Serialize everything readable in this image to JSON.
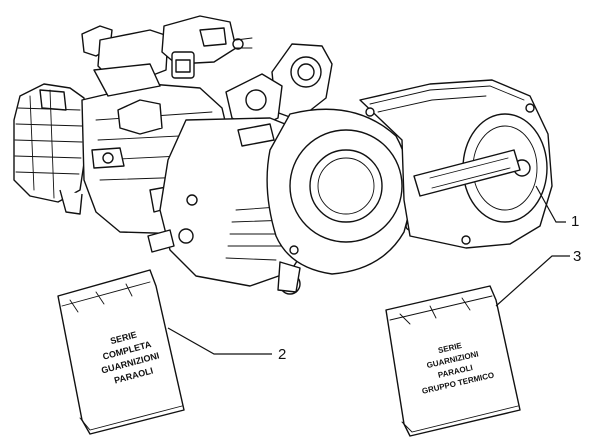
{
  "callouts": {
    "engine": "1",
    "gasket_kit_complete": "2",
    "gasket_kit_thermal": "3"
  },
  "bag_left": {
    "lines": [
      "SERIE",
      "COMPLETA",
      "GUARNIZIONI",
      "PARAOLI"
    ]
  },
  "bag_right": {
    "lines": [
      "SERIE",
      "GUARNIZIONI",
      "PARAOLI",
      "GRUPPO TERMICO"
    ]
  }
}
